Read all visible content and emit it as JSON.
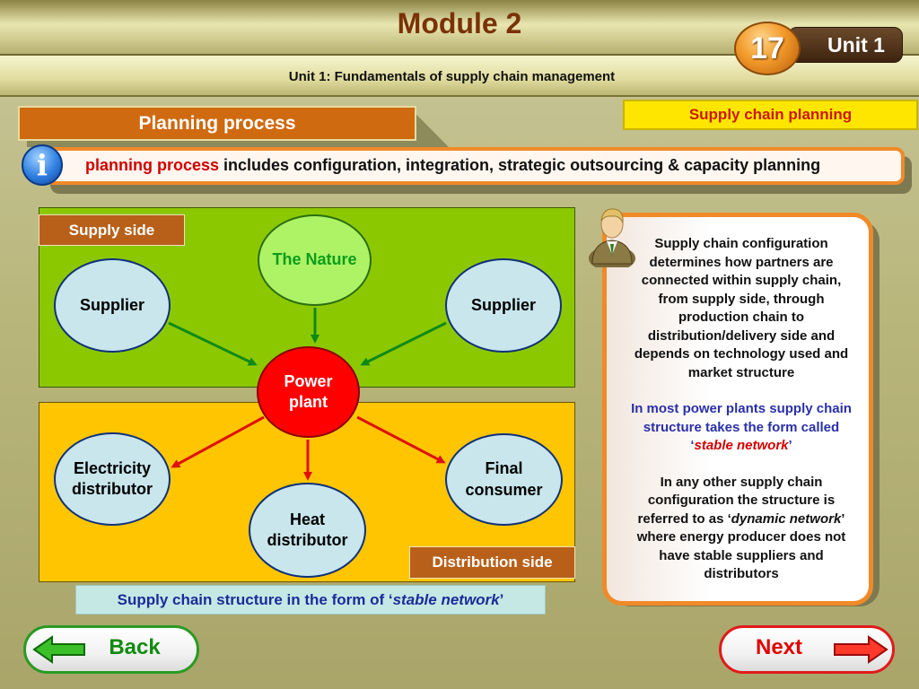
{
  "header": {
    "module_title": "Module 2",
    "unit_subtitle": "Unit 1: Fundamentals of supply chain management",
    "page_number": "17",
    "unit_label": "Unit 1"
  },
  "section": {
    "tab_label": "Planning process",
    "category_label": "Supply chain planning"
  },
  "info": {
    "icon_letter": "i",
    "highlight": "planning process",
    "text": " includes configuration, integration, strategic outsourcing & capacity planning"
  },
  "diagram": {
    "supply_side_label": "Supply side",
    "distribution_side_label": "Distribution side",
    "nodes": {
      "nature": "The Nature",
      "supplier_left": "Supplier",
      "supplier_right": "Supplier",
      "power_line1": "Power",
      "power_line2": "plant",
      "electricity_line1": "Electricity",
      "electricity_line2": "distributor",
      "heat_line1": "Heat",
      "heat_line2": "distributor",
      "final_line1": "Final",
      "final_line2": "consumer"
    },
    "caption_prefix": "Supply chain structure in the form of ‘",
    "caption_em": "stable network",
    "caption_suffix": "’",
    "colors": {
      "supply_arrow": "#0e8a1a",
      "distribution_arrow": "#e01010"
    }
  },
  "note": {
    "para1": "Supply chain configuration determines how partners are connected within supply chain, from supply side, through production chain to distribution/delivery side and depends on technology used and market structure",
    "para2_prefix": "In most power plants supply chain structure takes the form called ‘",
    "para2_em": "stable network",
    "para2_suffix": "’",
    "para3_prefix": "In any other supply chain configuration the structure is referred to as ‘",
    "para3_em": "dynamic network",
    "para3_suffix": "’ where energy producer does not have stable suppliers and distributors",
    "icon": "businessman-icon"
  },
  "nav": {
    "back_label": "Back",
    "next_label": "Next"
  }
}
